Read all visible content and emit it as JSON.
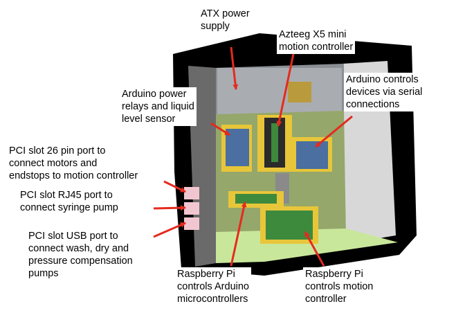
{
  "colors": {
    "case_frame": "#000000",
    "case_side": "#d8d8d8",
    "case_back": "#8a8f95",
    "psu": "#b8bcc0",
    "board_panel": "#95a76a",
    "floor_panel": "#c9e79b",
    "arduino_blue": "#4a6fa0",
    "board_green": "#3d8a3d",
    "bracket_yellow": "#e8c63a",
    "pci_pink": "#f2c6d0",
    "arrow": "#e52a1e"
  },
  "labels": {
    "atx": "ATX power\nsupply",
    "azteeg": "Azteeg X5 mini\nmotion controller",
    "arduino_serial": "Arduino controls\ndevices via serial\nconnections",
    "arduino_power": "Arduino power\nrelays and liquid\nlevel sensor",
    "pci26": "PCI slot 26 pin port to\nconnect motors and\nendstops to motion controller",
    "rj45": "PCI slot RJ45 port to\nconnect syringe pump",
    "usb": "PCI slot USB port to\nconnect wash, dry and\npressure compensation\npumps",
    "rpi_arduino": "Raspberry Pi\ncontrols Arduino\nmicrocontrollers",
    "rpi_motion": "Raspberry Pi\ncontrols motion\ncontroller"
  }
}
